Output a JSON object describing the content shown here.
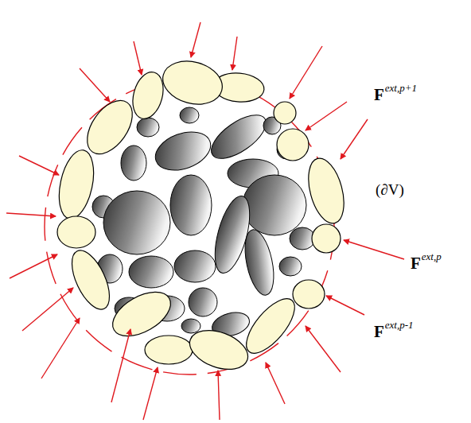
{
  "diagram": {
    "labels": [
      "Fext,p+1",
      "(∂V)",
      "Fext,p",
      "Fext,p-1"
    ]
  }
}
